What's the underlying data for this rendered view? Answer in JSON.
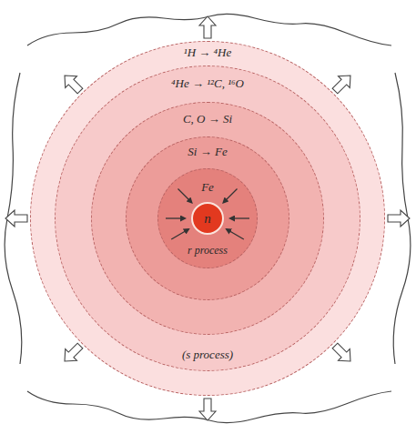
{
  "diagram": {
    "nodes": [
      {
        "text": [
          "¹H → ⁴He"
        ]
      },
      {
        "text": [
          "⁴He → ¹²C, ¹⁶O",
          "(s process)"
        ],
        "in": 0
      },
      {
        "text": [
          "C, O → Si"
        ],
        "in": 1
      },
      {
        "text": [
          "Si → Fe"
        ],
        "in": 2
      },
      {
        "text": [
          "Fe",
          "r process"
        ],
        "in": 3
      },
      {
        "text": [
          "n"
        ],
        "in": 4
      }
    ]
  }
}
